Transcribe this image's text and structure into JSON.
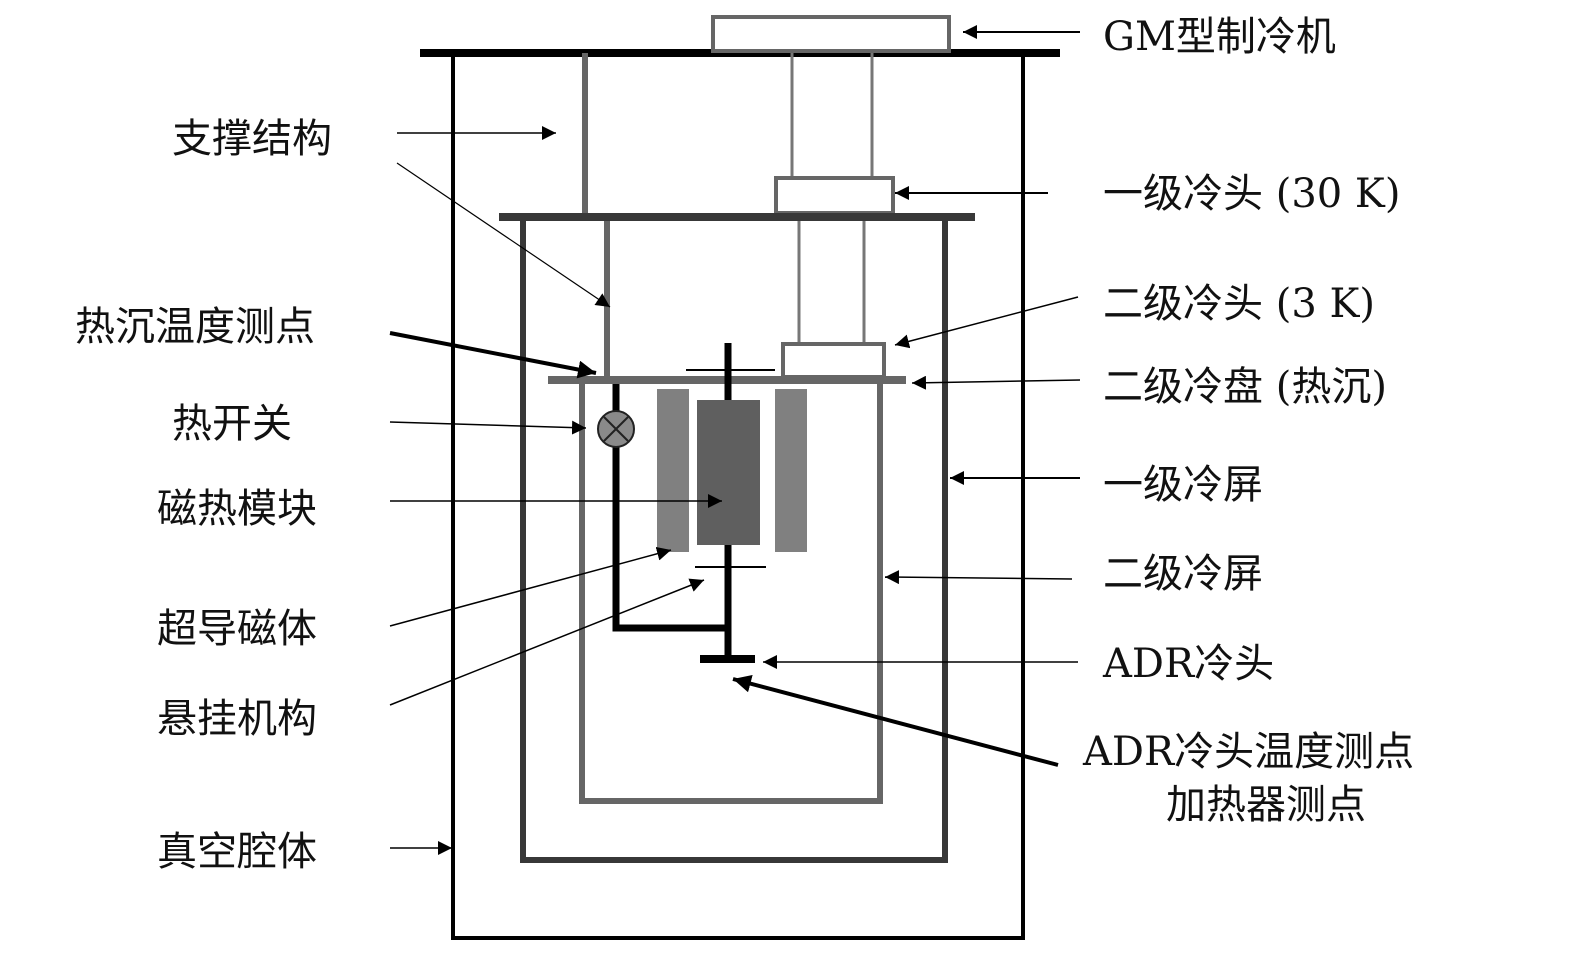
{
  "figure": {
    "type": "schematic",
    "subject": "ADR (adiabatic demagnetization refrigerator) test cryostat"
  },
  "colors": {
    "black": "#000000",
    "dark_gray": "#383838",
    "mid_gray": "#666666",
    "magnet_gray": "#808080",
    "module_gray": "#5f5f5f",
    "switch_fill": "#8a8a8a",
    "background": "#ffffff"
  },
  "labels": {
    "left": [
      {
        "id": "support",
        "text": "支撑结构"
      },
      {
        "id": "heatsink_sensor",
        "text": "热沉温度测点"
      },
      {
        "id": "heat_switch",
        "text": "热开关"
      },
      {
        "id": "magnetocaloric_module",
        "text": "磁热模块"
      },
      {
        "id": "sc_magnet",
        "text": "超导磁体"
      },
      {
        "id": "suspension",
        "text": "悬挂机构"
      },
      {
        "id": "vacuum_chamber",
        "text": "真空腔体"
      }
    ],
    "right": [
      {
        "id": "gm_cryocooler",
        "text": "GM型制冷机"
      },
      {
        "id": "first_stage_head",
        "text": "一级冷头 (30 K)"
      },
      {
        "id": "second_stage_head",
        "text": "二级冷头 (3 K)"
      },
      {
        "id": "second_stage_plate",
        "text": "二级冷盘 (热沉)"
      },
      {
        "id": "first_stage_shield",
        "text": "一级冷屏"
      },
      {
        "id": "second_stage_shield",
        "text": "二级冷屏"
      },
      {
        "id": "adr_cold_head",
        "text": "ADR冷头"
      },
      {
        "id": "adr_sensor_line1",
        "text": "ADR冷头温度测点"
      },
      {
        "id": "adr_sensor_line2",
        "text": "加热器测点"
      }
    ]
  }
}
